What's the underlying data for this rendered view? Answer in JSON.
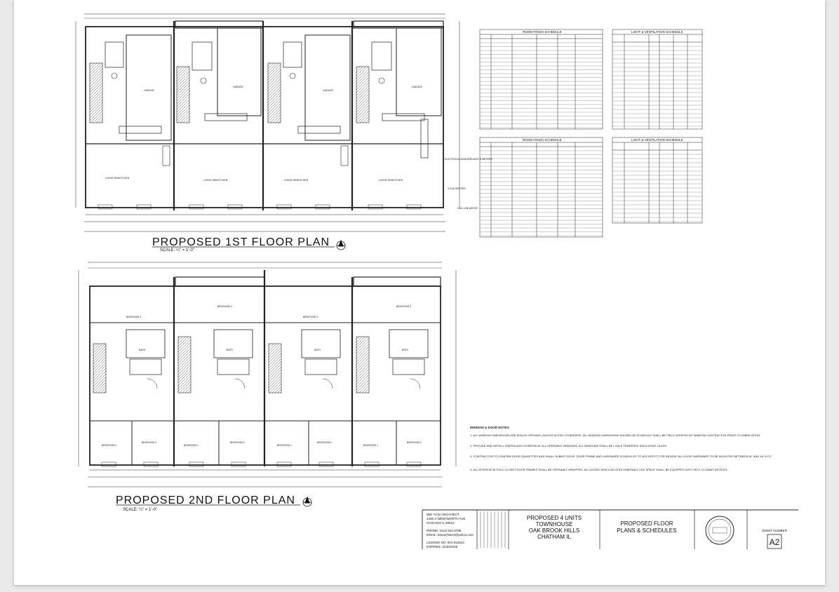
{
  "plans": {
    "first_floor": {
      "title": "PROPOSED 1ST FLOOR PLAN",
      "scale": "SCALE: ¼\" = 1'-0\"",
      "rooms": [
        "GARAGE",
        "LIVING RM/KITCHEN"
      ],
      "notes": [
        "ELECTRICAL MAIN BREAKER & METERS",
        "4 GAS METERS",
        "GAS LINE ABOVE"
      ]
    },
    "second_floor": {
      "title": "PROPOSED 2ND FLOOR PLAN",
      "scale": "SCALE: ¼\" = 1'-0\"",
      "rooms": [
        "BEDROOM 1",
        "BEDROOM 2",
        "BEDROOM 3",
        "BATH"
      ]
    }
  },
  "schedules": {
    "room_finish_1": "ROOM FINISH SCHEDULE",
    "light_vent_1": "LIGHT & VENTILATION SCHEDULE",
    "room_finish_2": "ROOM FINISH SCHEDULE",
    "light_vent_2": "LIGHT & VENTILATION SCHEDULE"
  },
  "notes": {
    "heading": "WINDOW & DOOR NOTES",
    "items": [
      "1. ALL WINDOW DIMENSIONS ARE ROUGH OPENING UNLESS NOTED OTHERWISE. ALL WINDOW DIMENSIONS SHOWN ON SCHEDULE SHALL BE FIELD VERIFIED BY WINDOW CONTRACTOR PRIOR TO FABRICATION.",
      "2. PROVIDE AND INSTALL FIBERGLASS SCREENS AT ALL OPERABLE WINDOWS. ALL WINDOWS SHALL BE LOW-E TEMPERED INSULATING GLASS.",
      "3. CONTRACTOR TO CONFIRM DOOR QUANTITIES AND SHALL SUBMIT DOOR, DOOR FRAME AND HARDWARE SCHEDULES TO ARCHITECT FOR REVIEW. ALL DOOR HARDWARE TO BE MOUNTED BETWEEN 34\" AND 48\" A.F.F.",
      "4. ALL INTERIOR BI-FOLD CLOSET DOOR FRAMES SHALL BE OPERABLE WRAPPED. ALL DOORS WHICH ACCESS HABITABLE LIFE SPACE SHALL BE EQUIPPED WITH SELF-CLOSING DEVICES."
    ]
  },
  "title_block": {
    "architect_name": "WEI TIAN ARCHITECT",
    "architect_address_1": "2426 S WENTWORTH AVE",
    "architect_address_2": "CHICAGO IL 60616",
    "phone": "PHONE: (312) 912-3788",
    "email": "EMAIL: tianarchitect@yahoo.com",
    "license": "LICENSE NO: 001-022913",
    "expires": "EXPIRES: 11/30/2026",
    "project_line_1": "PROPOSED 4 UNITS",
    "project_line_2": "TOWNHOUSE",
    "project_line_3": "OAK BROOK HILLS",
    "project_line_4": "CHATHAM IL",
    "sheet_title_1": "PROPOSED FLOOR",
    "sheet_title_2": "PLANS & SCHEDULES",
    "sheet_number_label": "SHEET NUMBER",
    "sheet_number": "A2"
  }
}
